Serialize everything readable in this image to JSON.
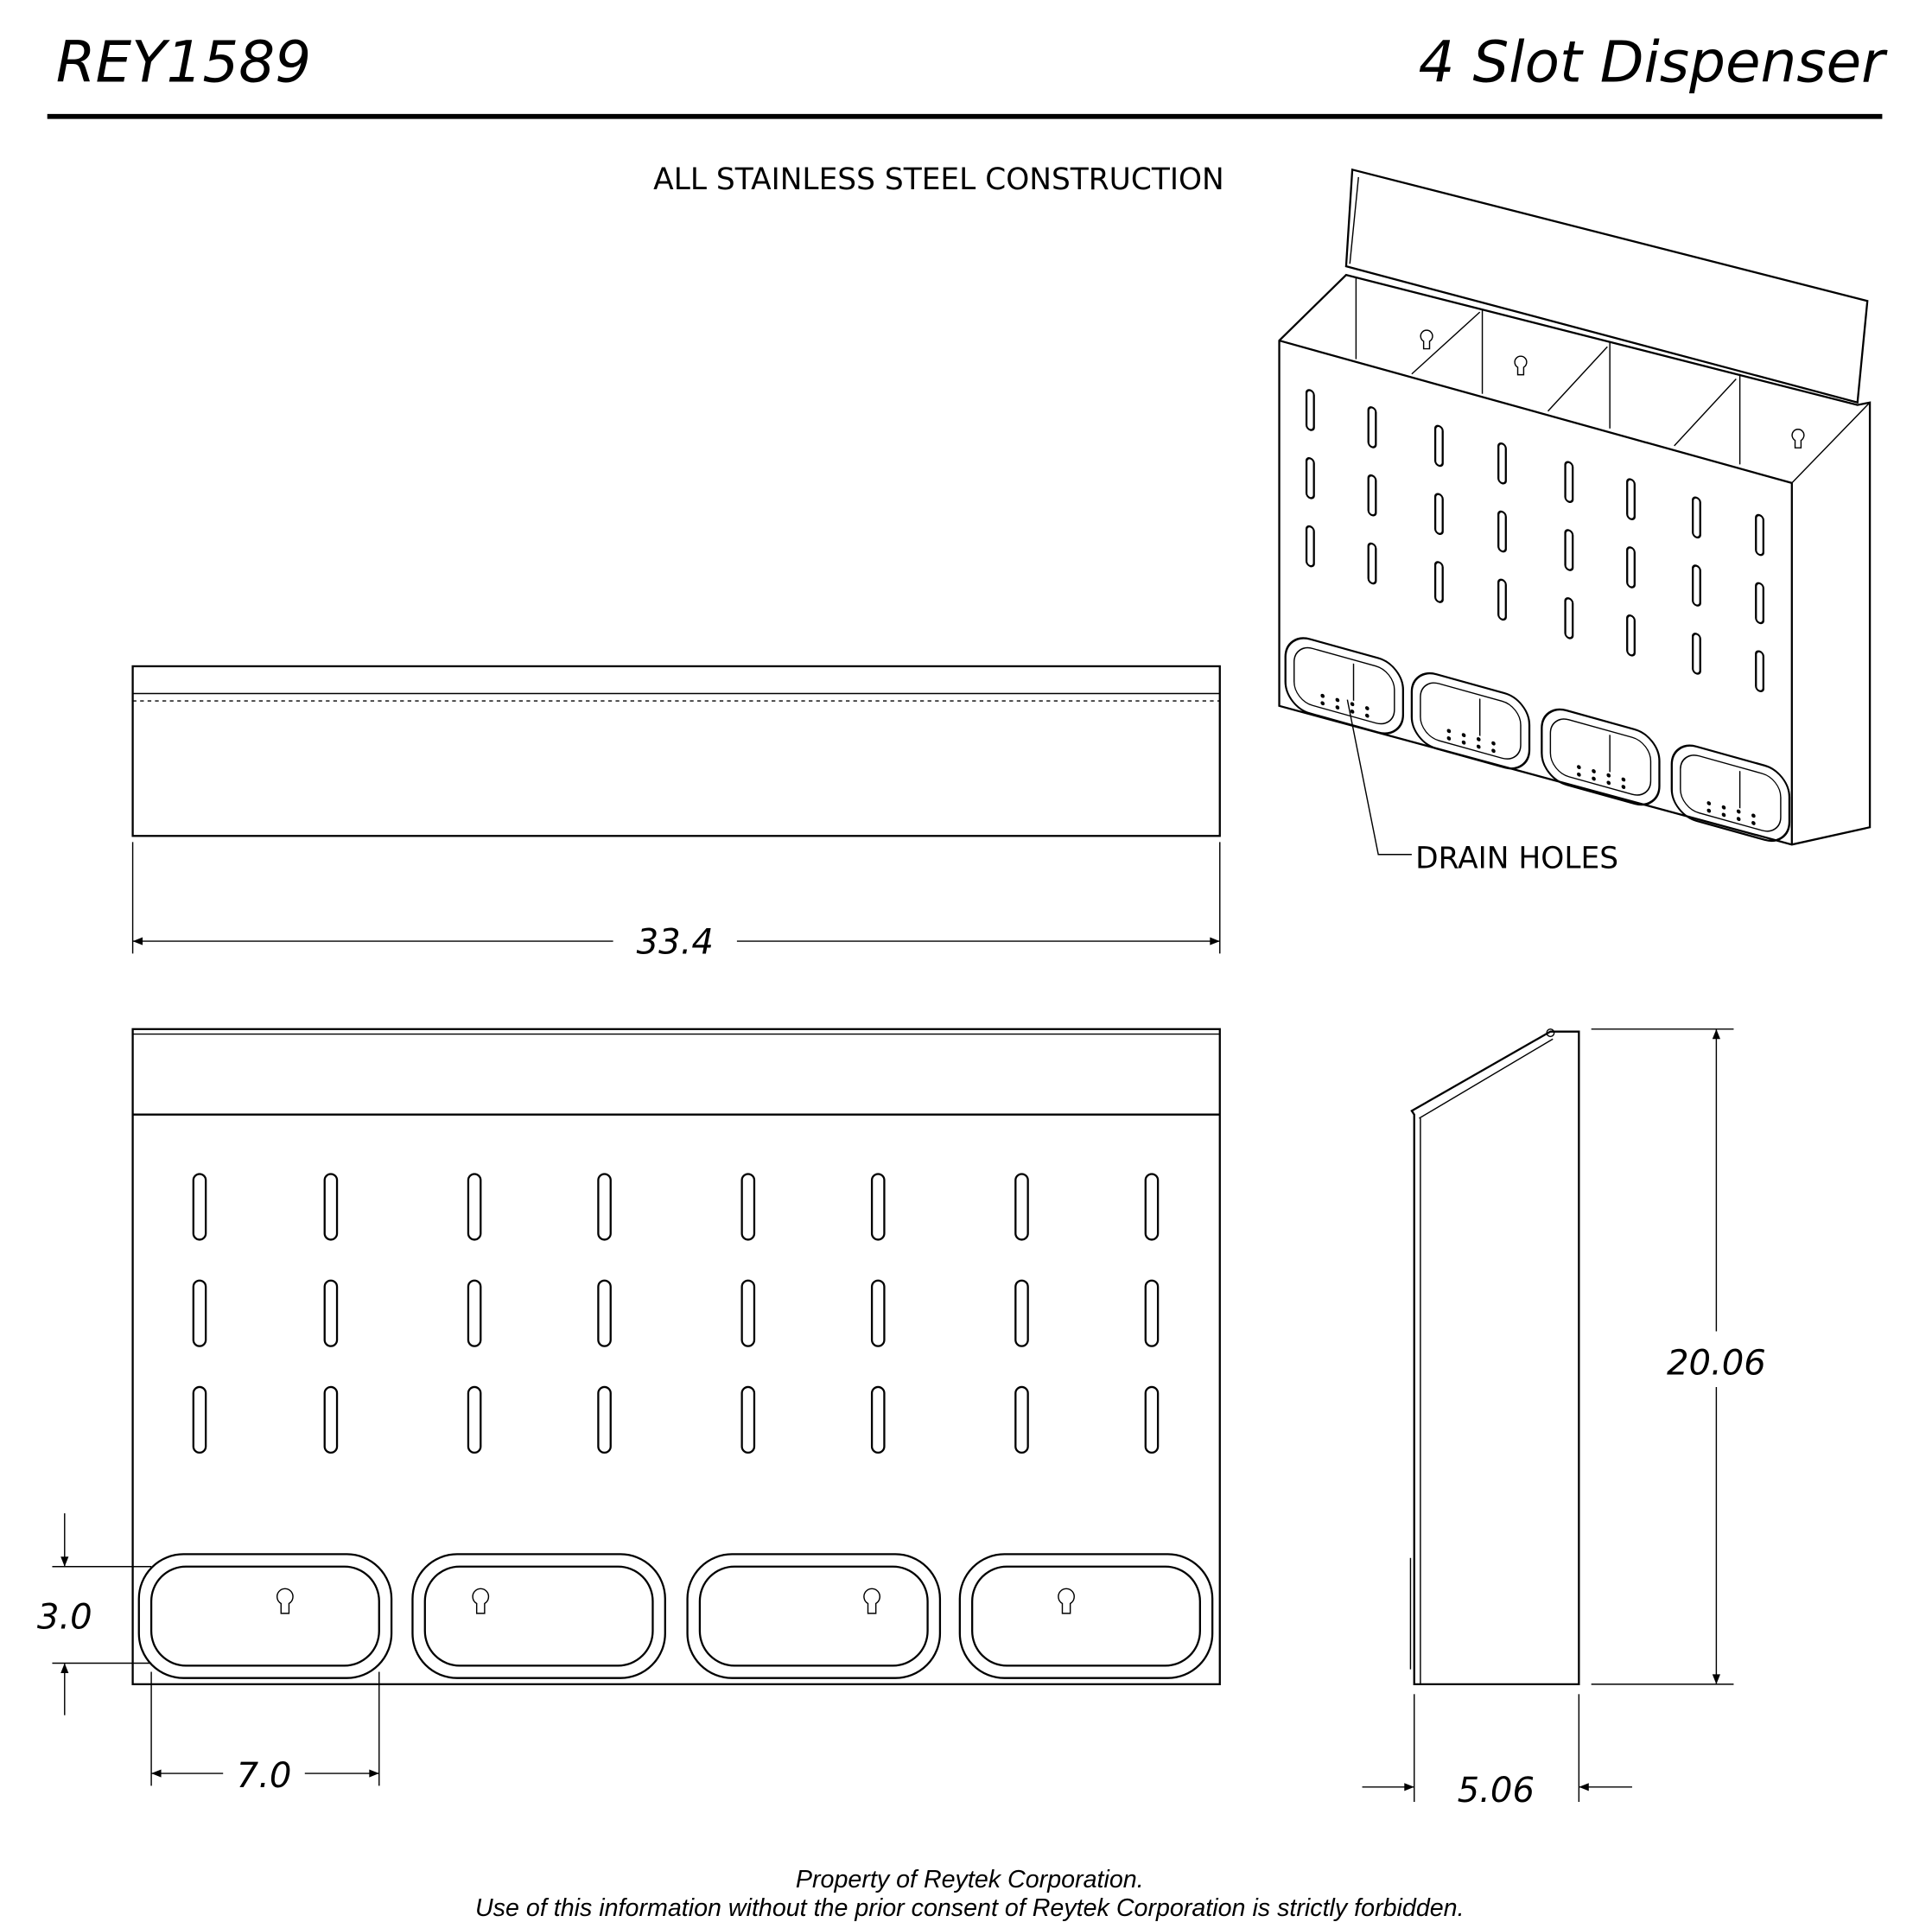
{
  "header": {
    "part_number": "REY1589",
    "product_name": "4 Slot Dispenser"
  },
  "notes": {
    "construction": "ALL STAINLESS STEEL CONSTRUCTION",
    "drain_label": "DRAIN HOLES"
  },
  "dimensions": {
    "overall_width": "33.4",
    "overall_height": "20.06",
    "depth": "5.06",
    "bin_height": "3.0",
    "bin_width": "7.0"
  },
  "footer": {
    "line1": "Property of Reytek Corporation.",
    "line2": "Use of this information without the prior consent of Reytek Corporation is strictly forbidden."
  }
}
